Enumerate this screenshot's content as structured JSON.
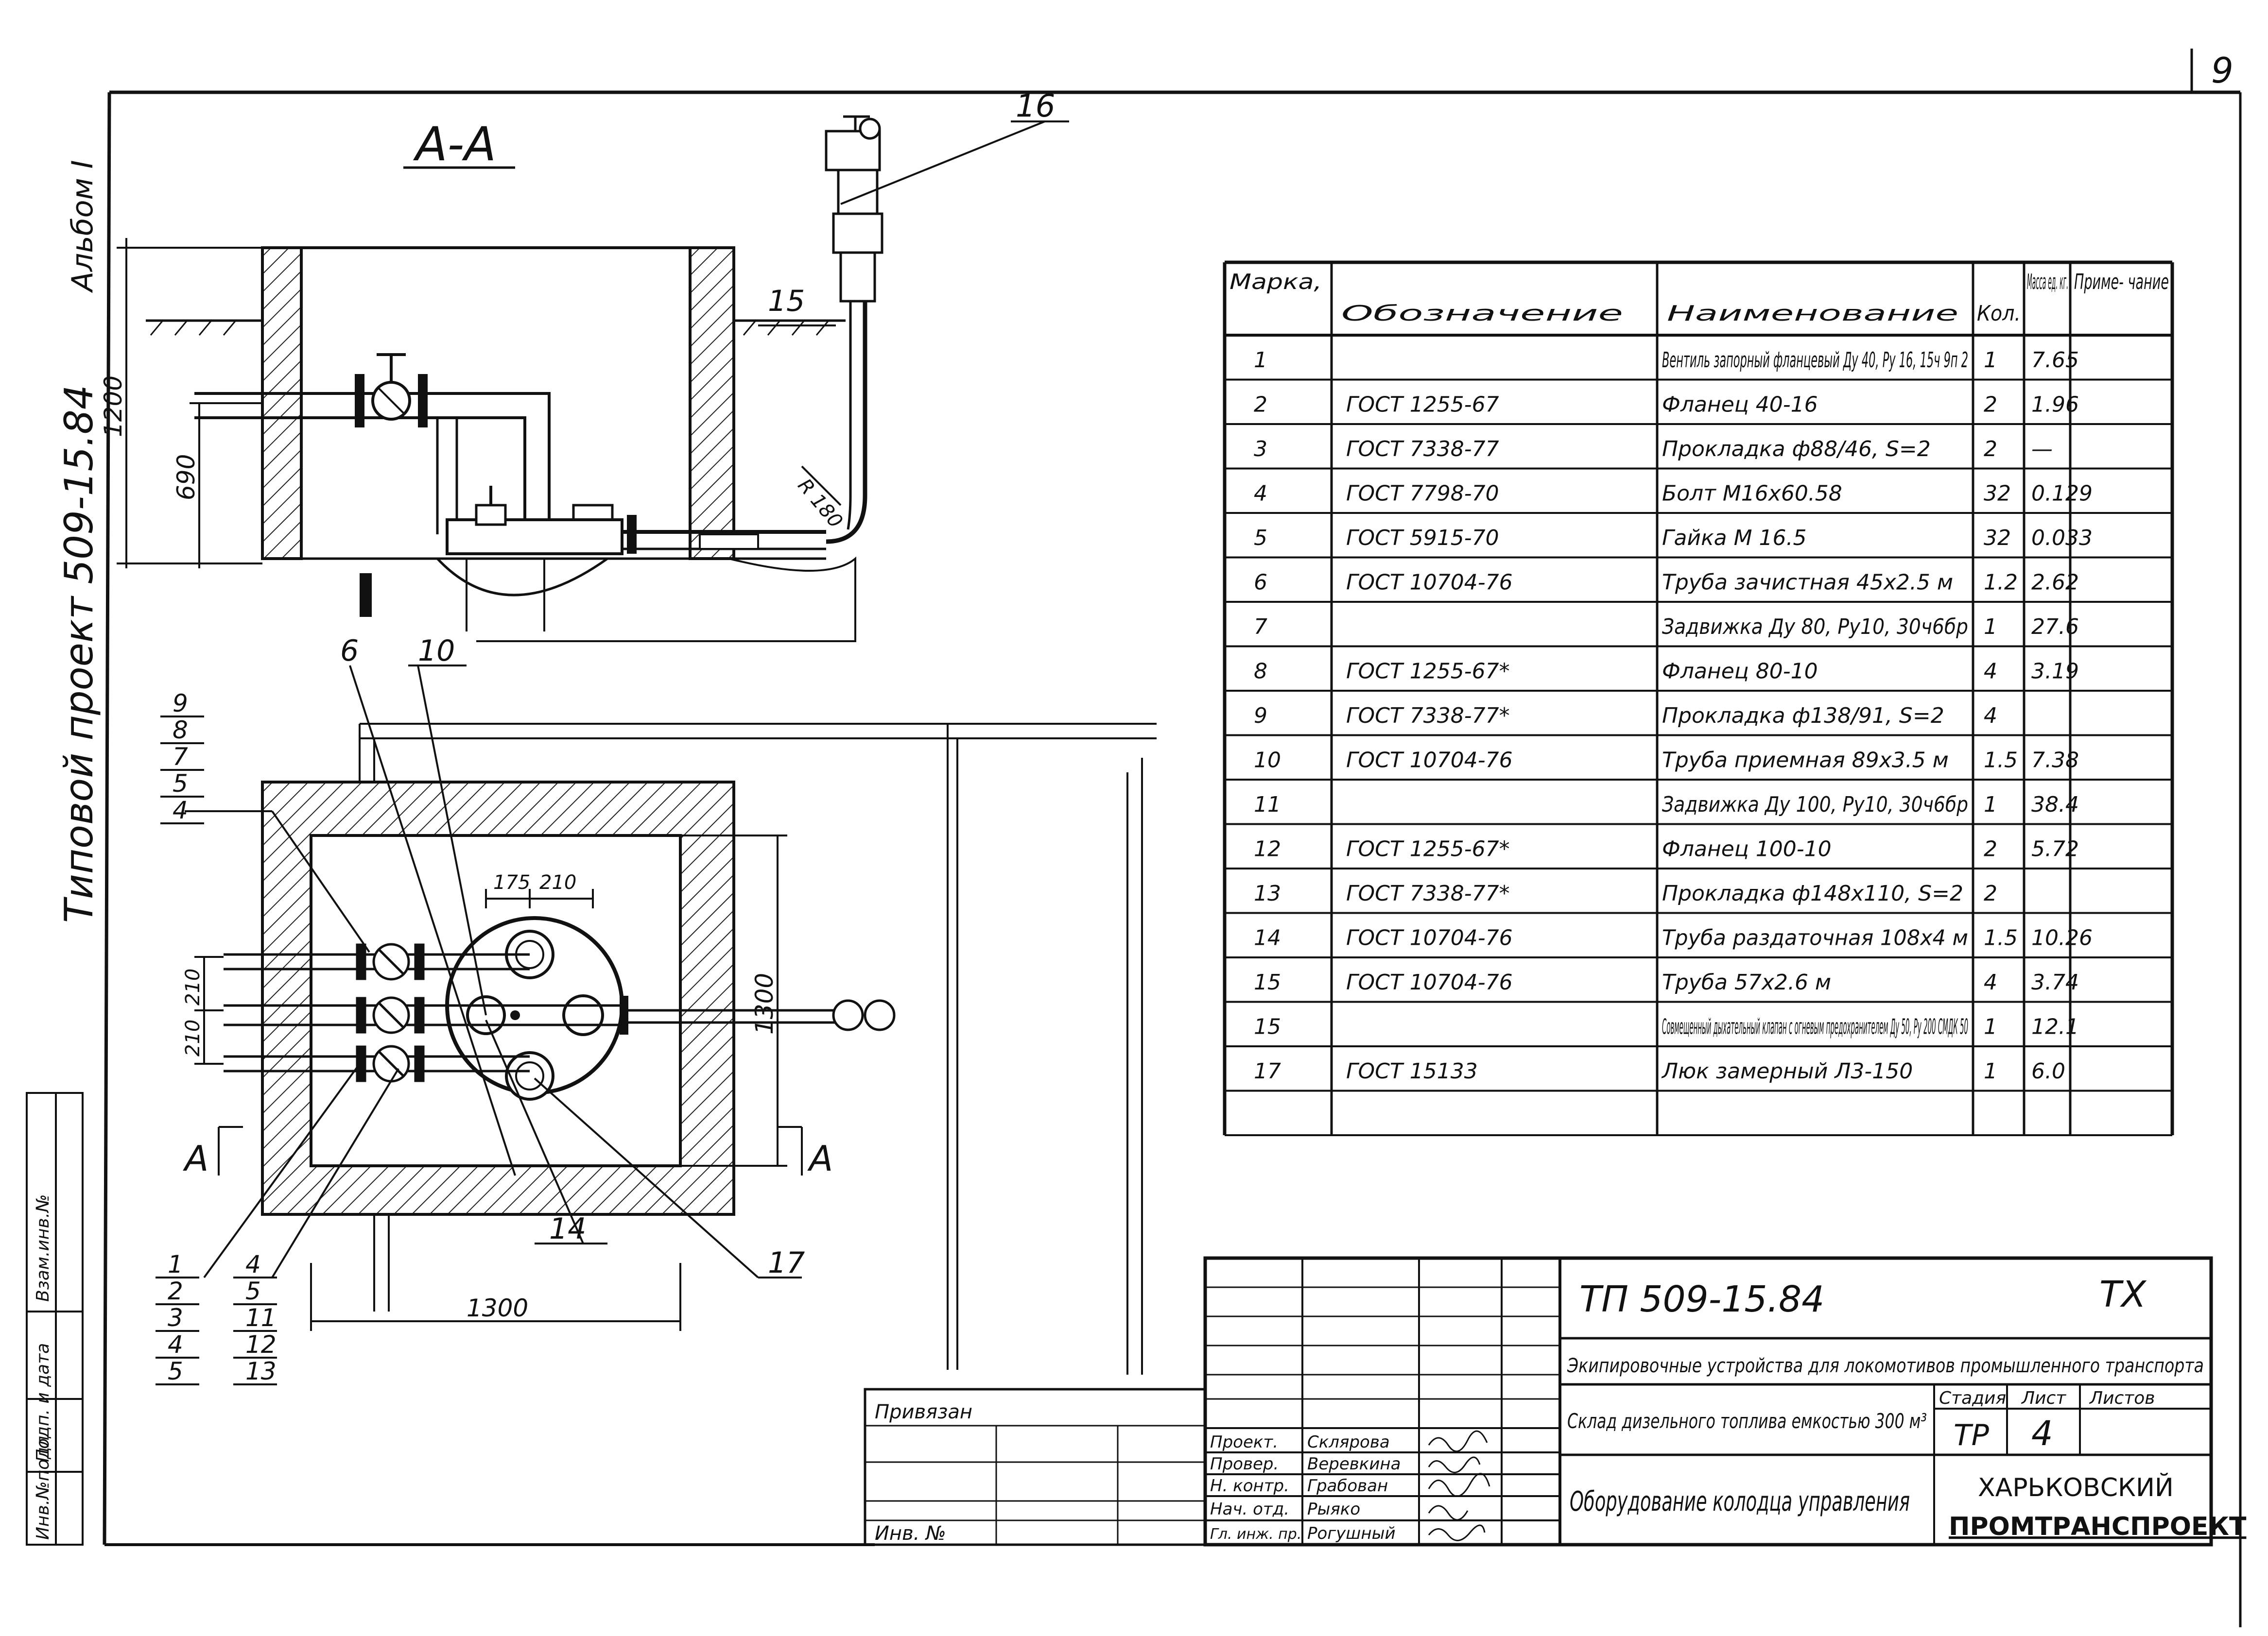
{
  "sheet": {
    "sheet_number": "9",
    "side_album": "Альбом I",
    "side_project": "Типовой проект 509-15.84",
    "inv_labels": [
      "Инв.№подл",
      "Подп. и дата",
      "Взам.инв.№"
    ]
  },
  "section": {
    "title": "А-А",
    "dims": {
      "height_total": "1200",
      "height_pipe": "690",
      "bend": "R 180"
    },
    "callouts": [
      "16",
      "15"
    ]
  },
  "plan": {
    "dims": {
      "d175": "175",
      "d210": "210",
      "side": "1300",
      "bottom": "1300",
      "left1": "210",
      "left2": "210"
    },
    "cut_marks": [
      "А",
      "А"
    ],
    "callouts_top": [
      "6",
      "10"
    ],
    "callouts_bottom": [
      "14",
      "17"
    ],
    "left_stack_top": [
      "9",
      "8",
      "7",
      "5",
      "4"
    ],
    "left_stack_bottom_a": [
      "1",
      "2",
      "3",
      "4",
      "5"
    ],
    "left_stack_bottom_b": [
      "4",
      "5",
      "11",
      "12",
      "13"
    ]
  },
  "spec": {
    "headers": {
      "mark": "Марка, поз.",
      "designation": "Обозначение",
      "name": "Наименование",
      "qty": "Кол.",
      "mass": "Масса ед. кг.",
      "note": "Приме- чание"
    },
    "rows": [
      {
        "pos": "1",
        "des": "",
        "name": "Вентиль запорный фланцевый Ду 40, Ру 16, 15ч 9п 2",
        "qty": "1",
        "mass": "7.65"
      },
      {
        "pos": "2",
        "des": "ГОСТ 1255-67",
        "name": "Фланец 40-16",
        "qty": "2",
        "mass": "1.96"
      },
      {
        "pos": "3",
        "des": "ГОСТ 7338-77",
        "name": "Прокладка ф88/46, S=2",
        "qty": "2",
        "mass": "—"
      },
      {
        "pos": "4",
        "des": "ГОСТ 7798-70",
        "name": "Болт М16х60.58",
        "qty": "32",
        "mass": "0.129"
      },
      {
        "pos": "5",
        "des": "ГОСТ 5915-70",
        "name": "Гайка М 16.5",
        "qty": "32",
        "mass": "0.033"
      },
      {
        "pos": "6",
        "des": "ГОСТ 10704-76",
        "name": "Труба зачистная 45х2.5 м",
        "qty": "1.2",
        "mass": "2.62"
      },
      {
        "pos": "7",
        "des": "",
        "name": "Задвижка Ду 80, Ру10, 30ч6бр",
        "qty": "1",
        "mass": "27.6"
      },
      {
        "pos": "8",
        "des": "ГОСТ 1255-67*",
        "name": "Фланец 80-10",
        "qty": "4",
        "mass": "3.19"
      },
      {
        "pos": "9",
        "des": "ГОСТ 7338-77*",
        "name": "Прокладка ф138/91, S=2",
        "qty": "4",
        "mass": ""
      },
      {
        "pos": "10",
        "des": "ГОСТ 10704-76",
        "name": "Труба приемная 89х3.5 м",
        "qty": "1.5",
        "mass": "7.38"
      },
      {
        "pos": "11",
        "des": "",
        "name": "Задвижка Ду 100, Ру10, 30ч6бр",
        "qty": "1",
        "mass": "38.4"
      },
      {
        "pos": "12",
        "des": "ГОСТ 1255-67*",
        "name": "Фланец 100-10",
        "qty": "2",
        "mass": "5.72"
      },
      {
        "pos": "13",
        "des": "ГОСТ 7338-77*",
        "name": "Прокладка ф148х110, S=2",
        "qty": "2",
        "mass": ""
      },
      {
        "pos": "14",
        "des": "ГОСТ 10704-76",
        "name": "Труба раздаточная 108х4 м",
        "qty": "1.5",
        "mass": "10.26"
      },
      {
        "pos": "15",
        "des": "ГОСТ 10704-76",
        "name": "Труба 57х2.6 м",
        "qty": "4",
        "mass": "3.74"
      },
      {
        "pos": "15",
        "des": "",
        "name": "Совмещенный дыхательный клапан с огневым предохранителем Ду 50, Ру 200 СМДК 50",
        "qty": "1",
        "mass": "12.1"
      },
      {
        "pos": "17",
        "des": "ГОСТ 15133",
        "name": "Люк замерный Л3-150",
        "qty": "1",
        "mass": "6.0"
      }
    ]
  },
  "title_block": {
    "code": "ТП 509-15.84",
    "discipline": "ТХ",
    "project_title": "Экипировочные устройства для локомотивов промышленного транспорта",
    "object": "Склад дизельного топлива емкостью 300 м³",
    "sheet_title": "Оборудование колодца управления",
    "stage_label": "Стадия",
    "sheet_label": "Лист",
    "sheets_label": "Листов",
    "stage": "ТР",
    "sheet": "4",
    "sheets": "",
    "org_line1": "ХАРЬКОВСКИЙ",
    "org_line2": "ПРОМТРАНСПРОЕКТ",
    "binding": "Привязан",
    "inv_no": "Инв. №",
    "roles": [
      "Проект.",
      "Провер.",
      "Н. контр.",
      "Нач. отд.",
      "Гл. инж. пр."
    ],
    "names": [
      "Склярова",
      "Веревкина",
      "Грабован",
      "Рыяко",
      "Рогушный"
    ]
  }
}
